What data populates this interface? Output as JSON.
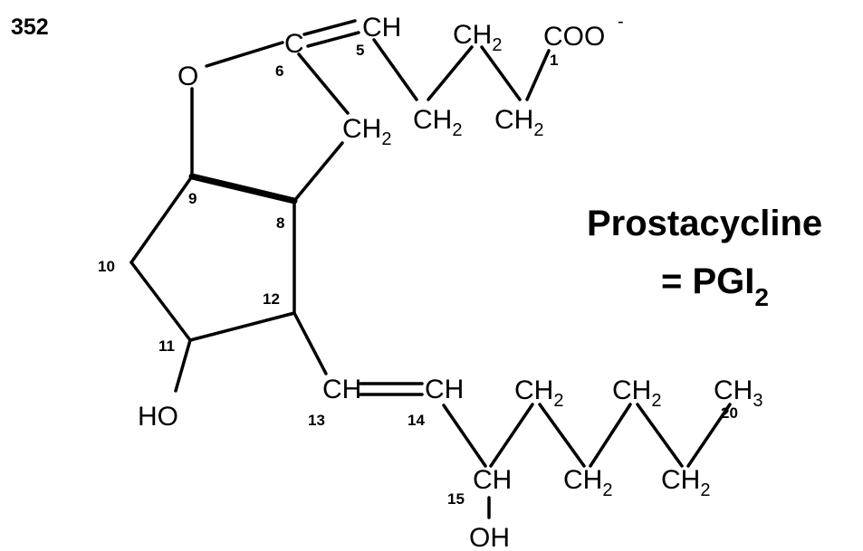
{
  "figure_number": "352",
  "title": {
    "line1": "Prostacycline",
    "line2_prefix": "= PGI",
    "line2_sub": "2"
  },
  "atoms": {
    "ring_oxygen": "O",
    "c6": "C",
    "c5": "CH",
    "ch2_upper_a": "CH",
    "ch2_upper_b": "CH",
    "ch2_upper_c": "CH",
    "ch2_ring": "CH",
    "carboxylate": "COO",
    "carboxylate_charge": "-",
    "ho_left": "HO",
    "c13": "CH",
    "c14": "CH",
    "c15": "CH",
    "oh_bottom": "OH",
    "ch2_lower_a": "CH",
    "ch2_lower_b": "CH",
    "ch2_lower_c": "CH",
    "ch2_lower_d": "CH",
    "ch3_terminal": "CH",
    "sub2": "2",
    "sub3": "3"
  },
  "numbers": {
    "n1": "1",
    "n5": "5",
    "n6": "6",
    "n8": "8",
    "n9": "9",
    "n10": "10",
    "n11": "11",
    "n12": "12",
    "n13": "13",
    "n14": "14",
    "n15": "15",
    "n20": "20"
  }
}
